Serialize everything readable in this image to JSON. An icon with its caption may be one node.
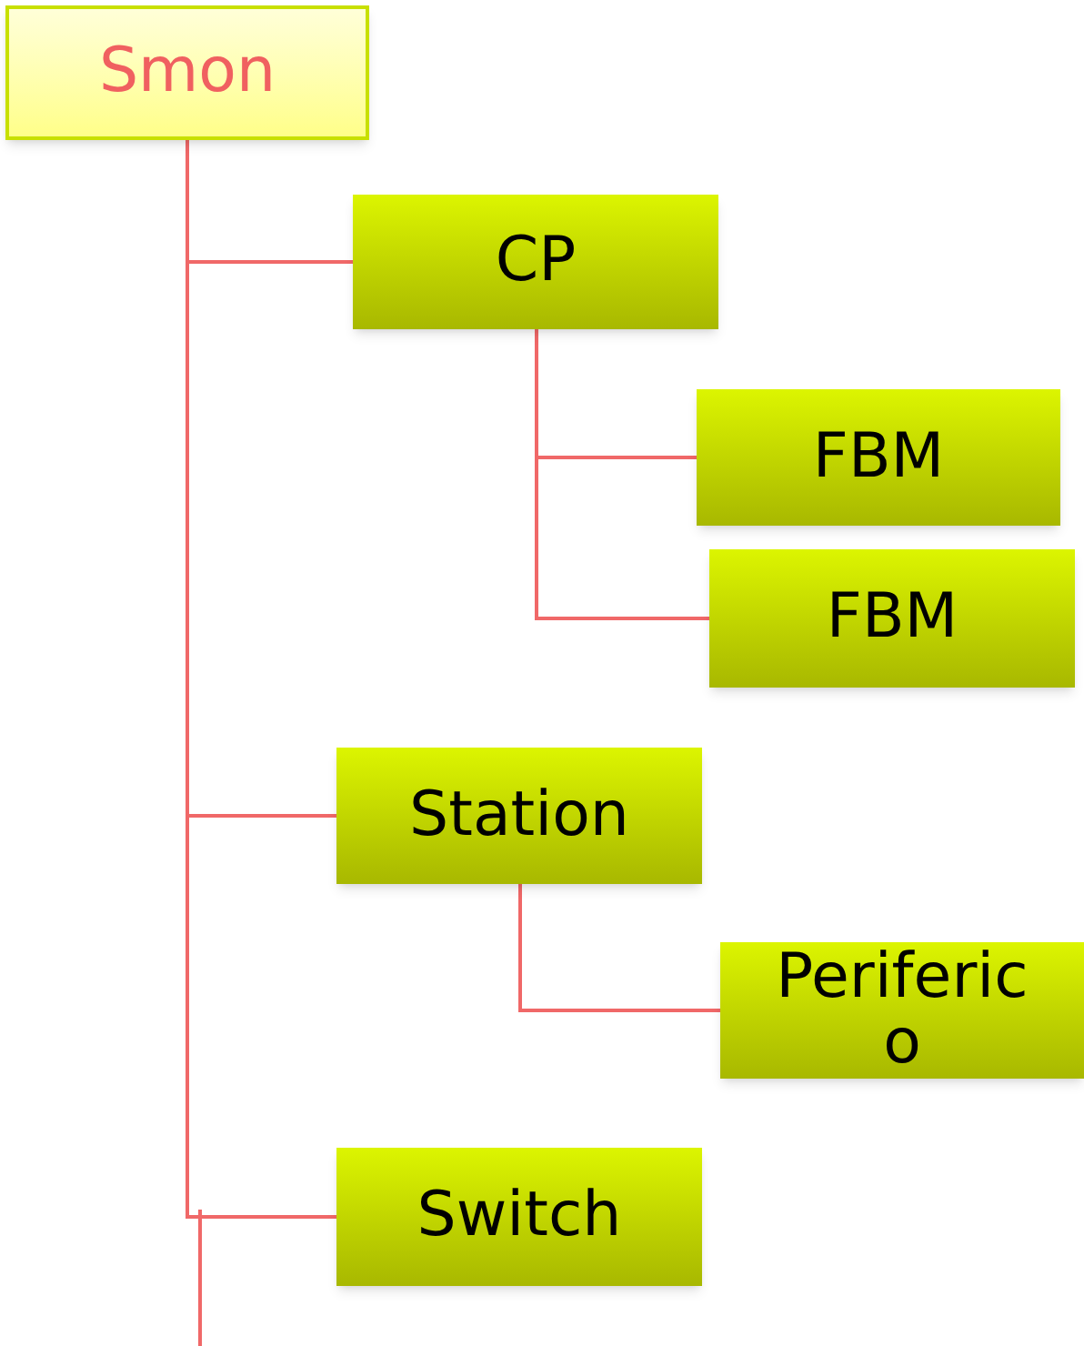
{
  "diagram": {
    "nodes": [
      {
        "text": [
          "Smon"
        ]
      },
      {
        "text": [
          "CP"
        ]
      },
      {
        "text": [
          "FBM"
        ]
      },
      {
        "text": [
          "FBM"
        ]
      },
      {
        "text": [
          "Station"
        ]
      },
      {
        "text": [
          "Periferico"
        ]
      },
      {
        "text": [
          "Switch"
        ]
      }
    ],
    "edges": [
      {
        "from": 0,
        "to": 1,
        "arrow": "none"
      },
      {
        "from": 1,
        "to": 2,
        "arrow": "none"
      },
      {
        "from": 1,
        "to": 3,
        "arrow": "none"
      },
      {
        "from": 0,
        "to": 4,
        "arrow": "none"
      },
      {
        "from": 4,
        "to": 5,
        "arrow": "none"
      },
      {
        "from": 0,
        "to": 6,
        "arrow": "none"
      }
    ]
  }
}
